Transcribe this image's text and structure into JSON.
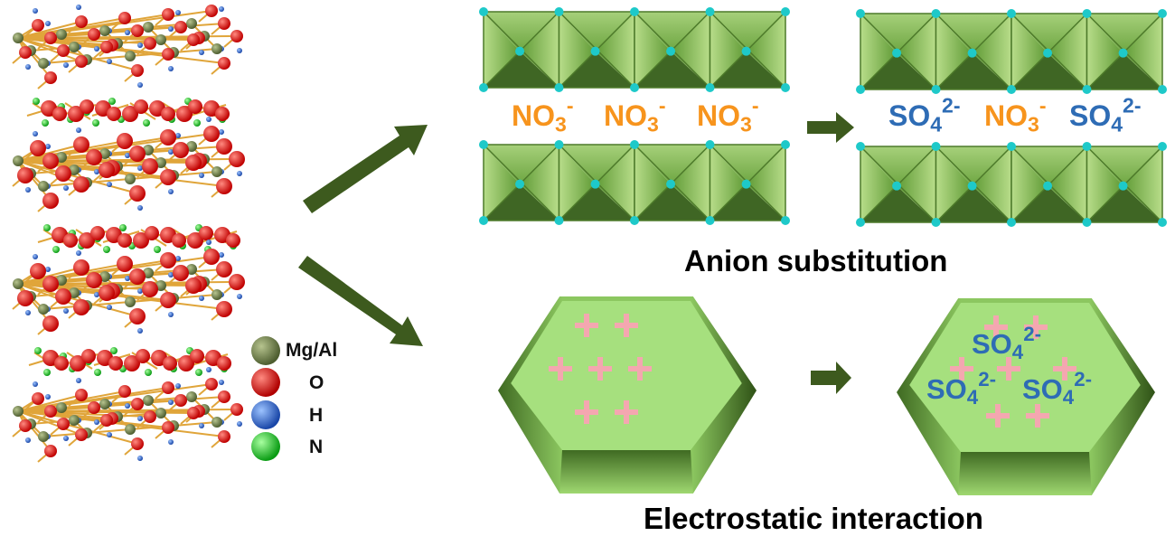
{
  "figure": {
    "captions": {
      "anion_substitution": "Anion substitution",
      "electrostatic_interaction": "Electrostatic interaction"
    },
    "legend": [
      {
        "label": "Mg/Al",
        "color": "#6b7f4a"
      },
      {
        "label": "O",
        "color": "#e8110f"
      },
      {
        "label": "H",
        "color": "#2f6ad6"
      },
      {
        "label": "N",
        "color": "#22d62a"
      }
    ],
    "ions": {
      "nitrate": {
        "base": "NO",
        "sub": "3",
        "sup": "-",
        "color": "#f7941d"
      },
      "sulfate": {
        "base": "SO",
        "sub": "4",
        "sup": "2-",
        "color": "#2e6cb5"
      }
    },
    "before_interlayer": [
      "nitrate",
      "nitrate",
      "nitrate"
    ],
    "after_interlayer": [
      "sulfate",
      "nitrate",
      "sulfate"
    ],
    "after_surface": [
      "sulfate",
      "sulfate",
      "sulfate"
    ],
    "positive_charges_before": 7,
    "positive_charges_after": 7,
    "colors": {
      "arrow": "#3d5a1e",
      "octahedron_light": "#9ccc6a",
      "octahedron_dark": "#3f6624",
      "vertex": "#1ec9c9",
      "hexagon_face": "#a6e07e",
      "plus": "#f4a7b0"
    }
  }
}
